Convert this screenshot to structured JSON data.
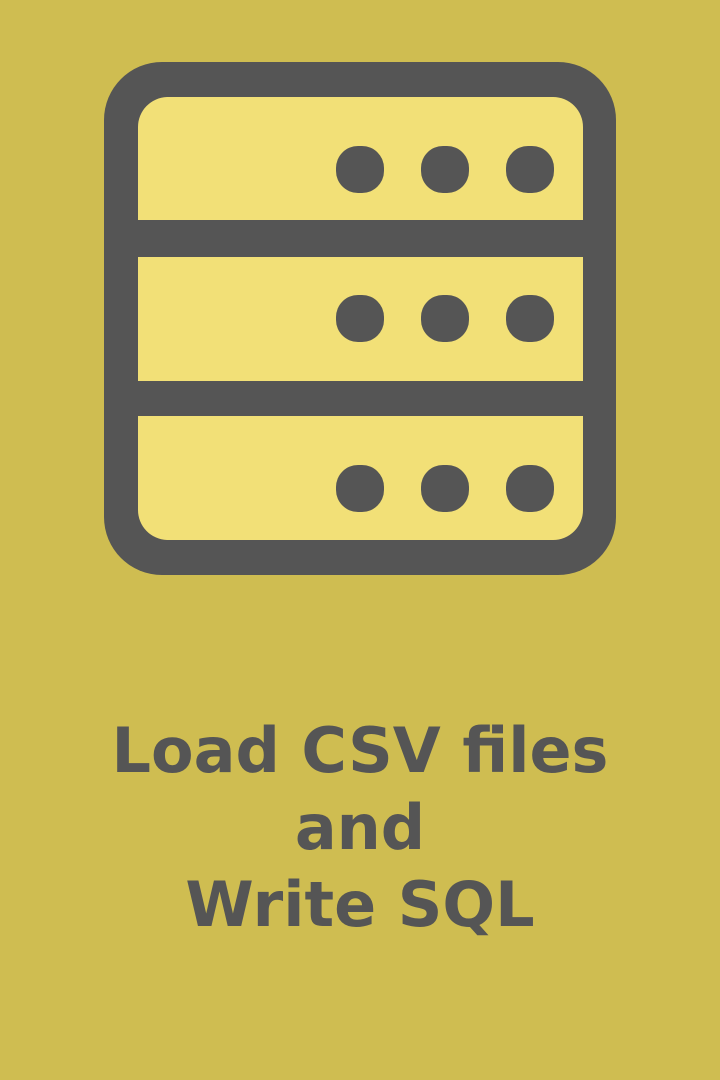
{
  "splash": {
    "icon": "server-stack-icon",
    "caption_lines": [
      "Load CSV files",
      "and ",
      "Write SQL"
    ]
  },
  "colors": {
    "background": "#cfbd51",
    "icon_fill": "#f2e077",
    "icon_stroke": "#555555",
    "caption_text": "#555555"
  }
}
